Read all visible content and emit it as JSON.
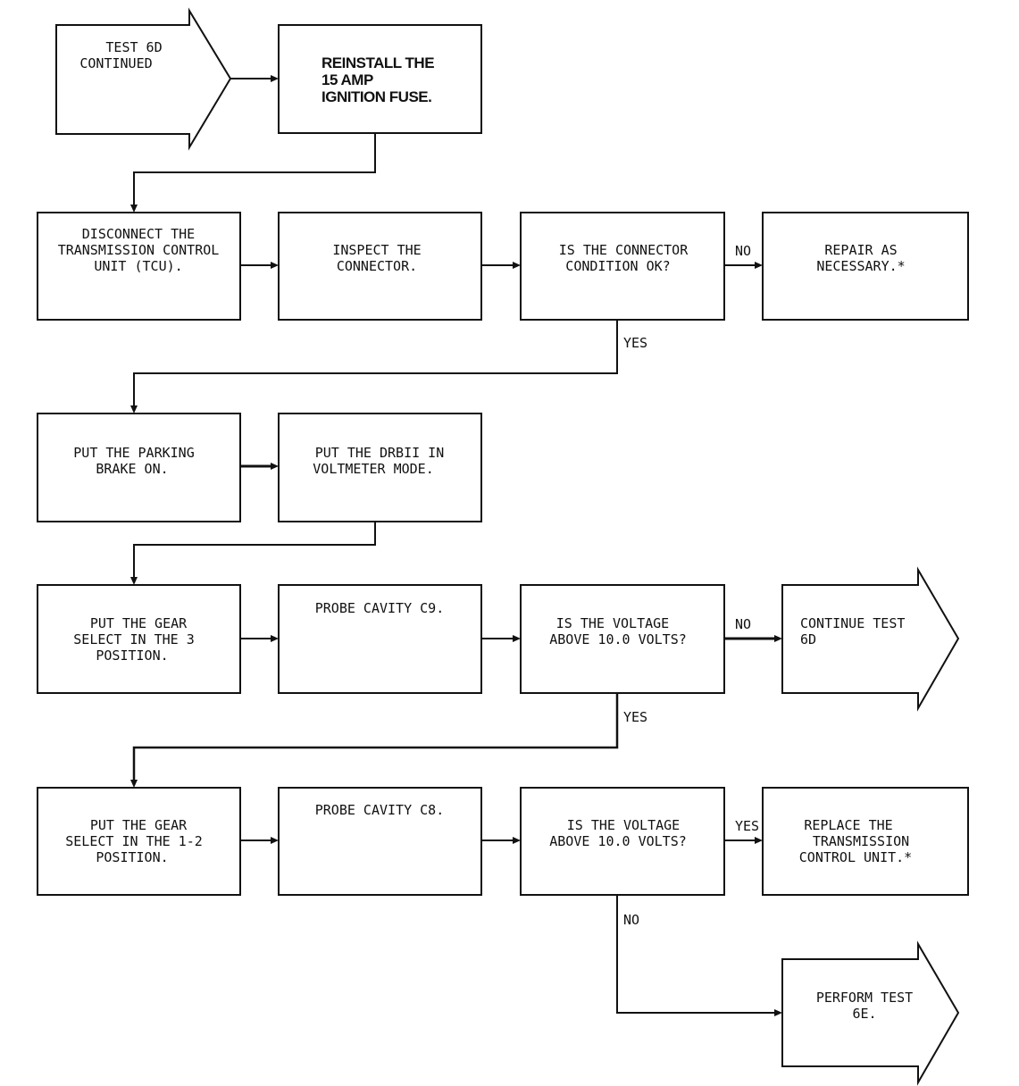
{
  "entry_arrow": {
    "lines": [
      "TEST 6D",
      "CONTINUED"
    ]
  },
  "boxes": {
    "reinstall_fuse": {
      "lines": [
        "REINSTALL THE",
        "15 AMP",
        "IGNITION FUSE."
      ]
    },
    "disconnect_tcu": {
      "lines": [
        "DISCONNECT THE",
        "TRANSMISSION CONTROL",
        "UNIT (TCU)."
      ]
    },
    "inspect_connector": {
      "lines": [
        "INSPECT THE",
        "CONNECTOR."
      ]
    },
    "connector_ok": {
      "lines": [
        "IS THE CONNECTOR",
        "CONDITION OK?"
      ]
    },
    "repair": {
      "lines": [
        "REPAIR AS",
        "NECESSARY.*"
      ]
    },
    "parking_brake": {
      "lines": [
        "PUT THE PARKING",
        "BRAKE ON."
      ]
    },
    "drbii_voltmeter": {
      "lines": [
        "PUT THE DRBII IN",
        "VOLTMETER MODE."
      ]
    },
    "gear_3": {
      "lines": [
        "PUT THE GEAR",
        "SELECT IN THE 3",
        "POSITION."
      ]
    },
    "probe_c9": {
      "lines": [
        "PROBE CAVITY C9."
      ]
    },
    "voltage_q1": {
      "lines": [
        "IS THE VOLTAGE",
        "ABOVE 10.0 VOLTS?"
      ]
    },
    "gear_12": {
      "lines": [
        "PUT THE GEAR",
        "SELECT IN THE 1-2",
        "POSITION."
      ]
    },
    "probe_c8": {
      "lines": [
        "PROBE CAVITY C8."
      ]
    },
    "voltage_q2": {
      "lines": [
        "IS THE VOLTAGE",
        "ABOVE 10.0 VOLTS?"
      ]
    },
    "replace_tcu": {
      "lines": [
        "REPLACE THE",
        "TRANSMISSION",
        "CONTROL UNIT.*"
      ]
    }
  },
  "exit_arrows": {
    "continue_6d": {
      "lines": [
        "CONTINUE TEST",
        "6D"
      ]
    },
    "perform_6e": {
      "lines": [
        "PERFORM TEST",
        "6E."
      ]
    }
  },
  "edge_labels": {
    "connector_no": "NO",
    "connector_yes": "YES",
    "voltage1_no": "NO",
    "voltage1_yes": "YES",
    "voltage2_yes": "YES",
    "voltage2_no": "NO"
  }
}
